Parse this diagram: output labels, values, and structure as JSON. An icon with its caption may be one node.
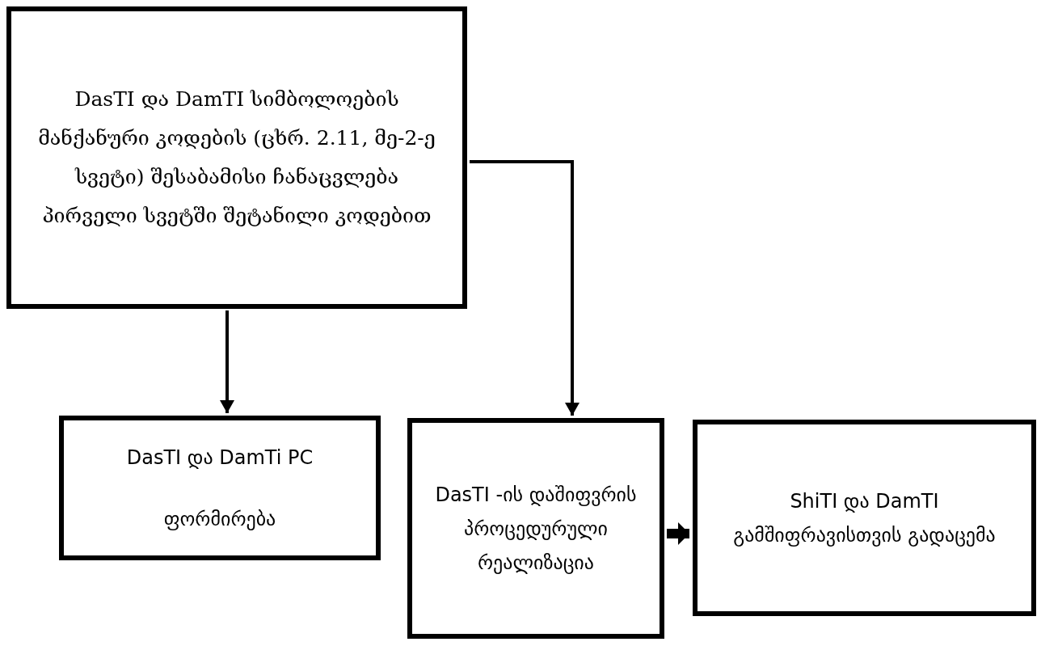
{
  "diagram": {
    "nodes": [
      {
        "text": [
          "DasTI და DamTI სიმბოლოების მანქანური კოდების (ცხრ. 2.11, მე-2-ე სვეტი) შესაბამისი ჩანაცვლება პირველი სვეტში შეტანილი კოდებით"
        ]
      },
      {
        "text": [
          "DasTI და DamTi PC ფორმირება"
        ]
      },
      {
        "text": [
          "DasTI -ის დაშიფვრის პროცედურული რეალიზაცია"
        ]
      },
      {
        "text": [
          "ShiTI და DamTI გამშიფრავისთვის გადაცემა"
        ]
      }
    ],
    "edges": [
      {
        "from": 0,
        "to": 1,
        "arrow": "to"
      },
      {
        "from": 0,
        "to": 2,
        "arrow": "to"
      },
      {
        "from": 2,
        "to": 3,
        "arrow": "to",
        "style": "thick"
      }
    ]
  }
}
